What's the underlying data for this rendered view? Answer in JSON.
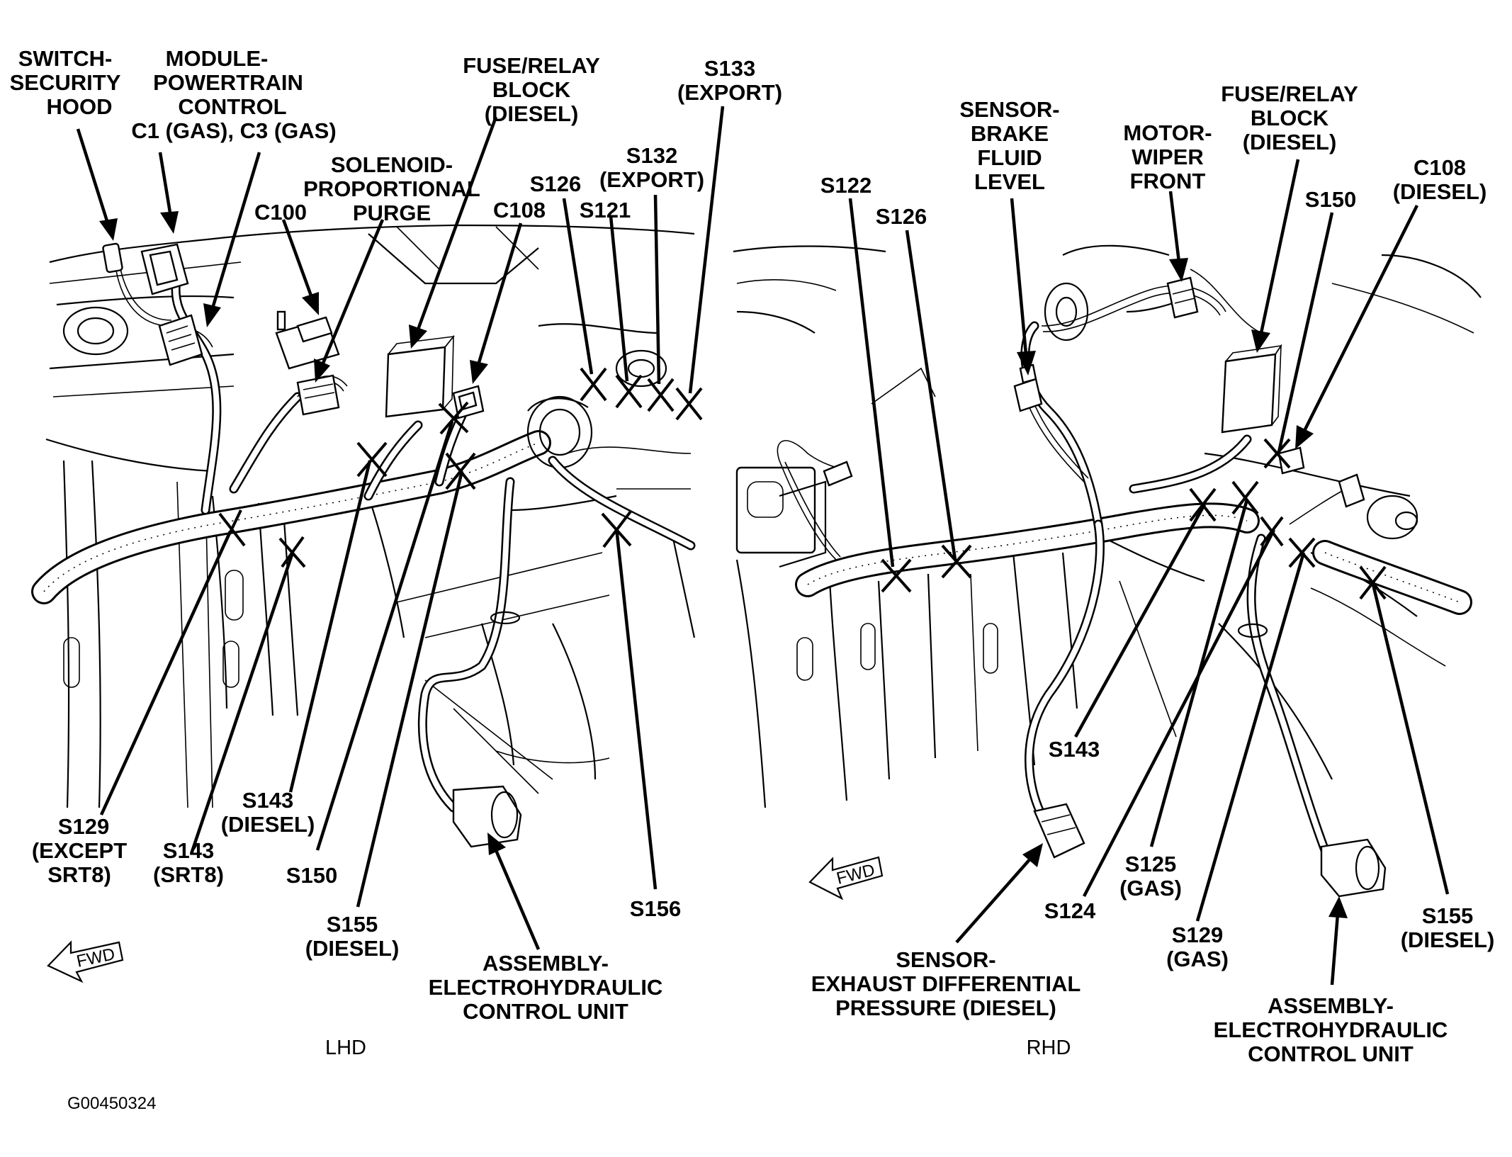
{
  "lhd": {
    "switch_security_hood": [
      "SWITCH-",
      "SECURITY",
      "HOOD"
    ],
    "module_powertrain": [
      "MODULE-",
      "POWERTRAIN",
      "CONTROL",
      "C1 (GAS), C3 (GAS)"
    ],
    "fuse_relay_block": [
      "FUSE/RELAY",
      "BLOCK",
      "(DIESEL)"
    ],
    "s133": [
      "S133",
      "(EXPORT)"
    ],
    "s132": [
      "S132",
      "(EXPORT)"
    ],
    "solenoid": [
      "SOLENOID-",
      "PROPORTIONAL",
      "PURGE"
    ],
    "s126": "S126",
    "s121": "S121",
    "c100": "C100",
    "c108": "C108",
    "s129": [
      "S129",
      "(EXCEPT",
      "SRT8)"
    ],
    "s143_srt8": [
      "S143",
      "(SRT8)"
    ],
    "s143_diesel": [
      "S143",
      "(DIESEL)"
    ],
    "s150": "S150",
    "s155": [
      "S155",
      "(DIESEL)"
    ],
    "s156": "S156",
    "assembly": [
      "ASSEMBLY-",
      "ELECTROHYDRAULIC",
      "CONTROL UNIT"
    ],
    "caption": "LHD",
    "fwd": "FWD"
  },
  "rhd": {
    "sensor_brake_fluid": [
      "SENSOR-",
      "BRAKE",
      "FLUID",
      "LEVEL"
    ],
    "motor_wiper": [
      "MOTOR-",
      "WIPER",
      "FRONT"
    ],
    "fuse_relay_block": [
      "FUSE/RELAY",
      "BLOCK",
      "(DIESEL)"
    ],
    "c108": [
      "C108",
      "(DIESEL)"
    ],
    "s122": "S122",
    "s126": "S126",
    "s150": "S150",
    "s143": "S143",
    "s125": [
      "S125",
      "(GAS)"
    ],
    "s124": "S124",
    "s129": [
      "S129",
      "(GAS)"
    ],
    "s155": [
      "S155",
      "(DIESEL)"
    ],
    "sensor_exhaust": [
      "SENSOR-",
      "EXHAUST DIFFERENTIAL",
      "PRESSURE (DIESEL)"
    ],
    "assembly": [
      "ASSEMBLY-",
      "ELECTROHYDRAULIC",
      "CONTROL UNIT"
    ],
    "caption": "RHD",
    "fwd": "FWD"
  },
  "figure_id": "G00450324"
}
